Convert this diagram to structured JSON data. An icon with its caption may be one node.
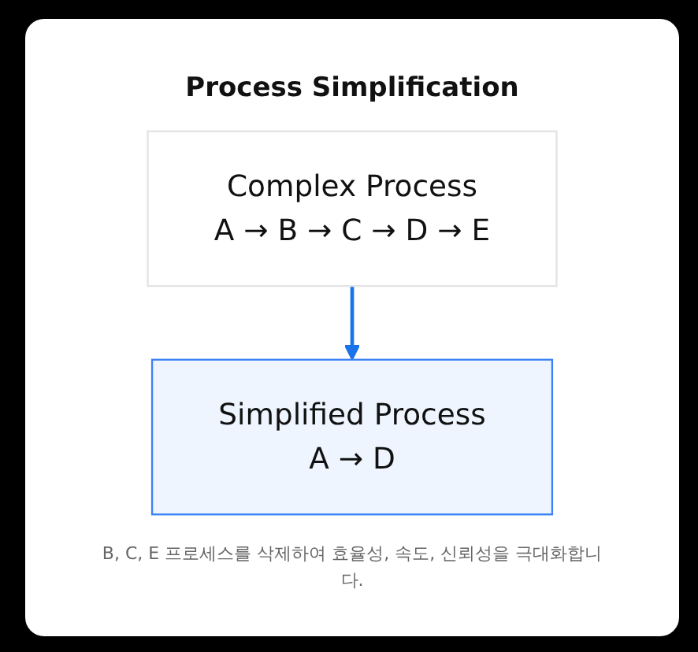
{
  "diagram": {
    "title": "Process Simplification",
    "nodes": [
      {
        "text": [
          "Complex Process",
          "A → B → C → D → E"
        ]
      },
      {
        "text": [
          "Simplified Process",
          "A → D"
        ]
      }
    ],
    "edges": [
      {
        "from": 0,
        "to": 1,
        "arrow": "to",
        "color": "#1a73e8"
      }
    ],
    "caption": "B, C, E 프로세스를 삭제하여 효율성, 속도, 신뢰성을 극대화합니다."
  }
}
